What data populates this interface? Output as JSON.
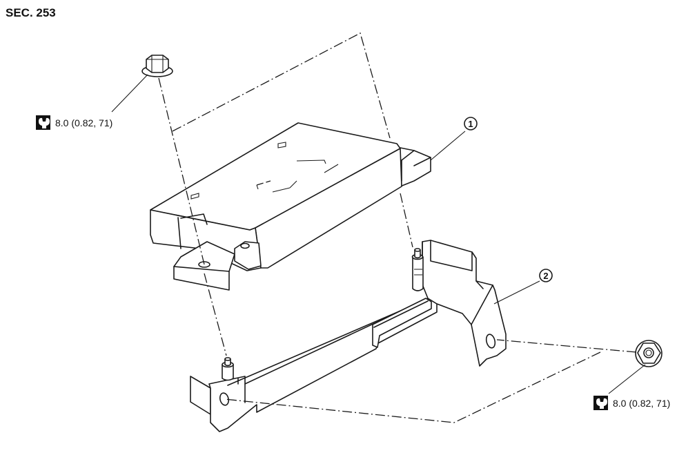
{
  "section": "SEC. 253",
  "callouts": [
    {
      "number": "1"
    },
    {
      "number": "2"
    }
  ],
  "torque_specs": [
    {
      "icon": "torque-wrench-icon",
      "text": "8.0 (0.82, 71)"
    },
    {
      "icon": "torque-wrench-icon",
      "text": "8.0 (0.82, 71)"
    }
  ]
}
